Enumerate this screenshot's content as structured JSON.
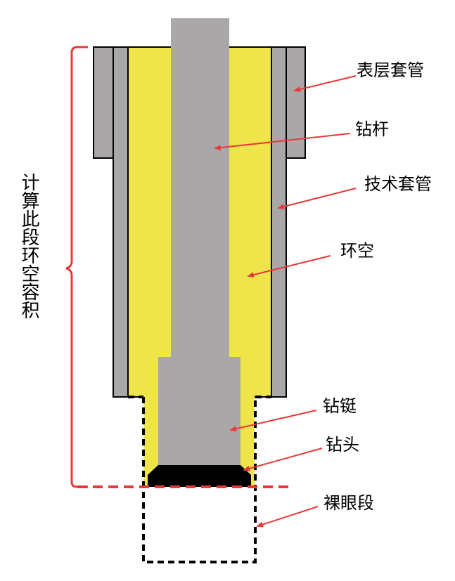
{
  "labels": {
    "surface_casing": "表层套管",
    "drill_pipe": "钻杆",
    "technical_casing": "技术套管",
    "annulus": "环空",
    "drill_collar": "钻铤",
    "drill_bit": "钻头",
    "open_hole": "裸眼段",
    "annular_volume_note": "计算此段环空容积"
  },
  "colors": {
    "steel": "#a9a7a8",
    "annulus_fill": "#efe54a",
    "bit": "#000000",
    "arrow": "#e8393a",
    "bracket": "#e8393a",
    "open_hole_line": "#000000"
  }
}
